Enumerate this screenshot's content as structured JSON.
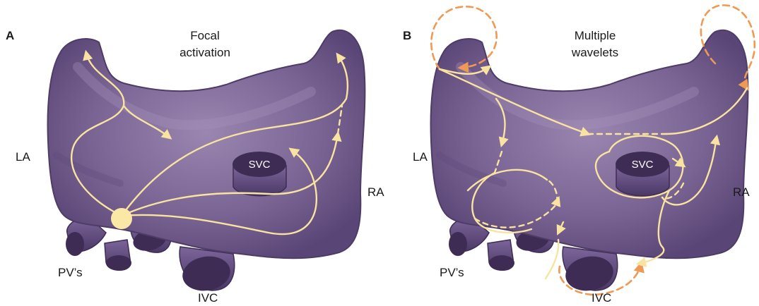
{
  "figure": {
    "panels": [
      {
        "letter": "A",
        "title_lines": [
          "Focal",
          "activation"
        ],
        "labels": {
          "la": "LA",
          "ra": "RA",
          "svc": "SVC",
          "pvs": "PV’s",
          "ivc": "IVC"
        }
      },
      {
        "letter": "B",
        "title_lines": [
          "Multiple",
          "wavelets"
        ],
        "labels": {
          "la": "LA",
          "ra": "RA",
          "svc": "SVC",
          "pvs": "PV’s",
          "ivc": "IVC"
        }
      }
    ],
    "colors": {
      "atrium_fill": "#7a6494",
      "atrium_edge": "#4e3c66",
      "atrium_highlight": "#9a86b0",
      "vessel_dark": "#3e2c55",
      "activation_path": "#f8e3a0",
      "focal_source": "#fbe7a6",
      "reentry_circuit": "#ee9a55"
    }
  }
}
